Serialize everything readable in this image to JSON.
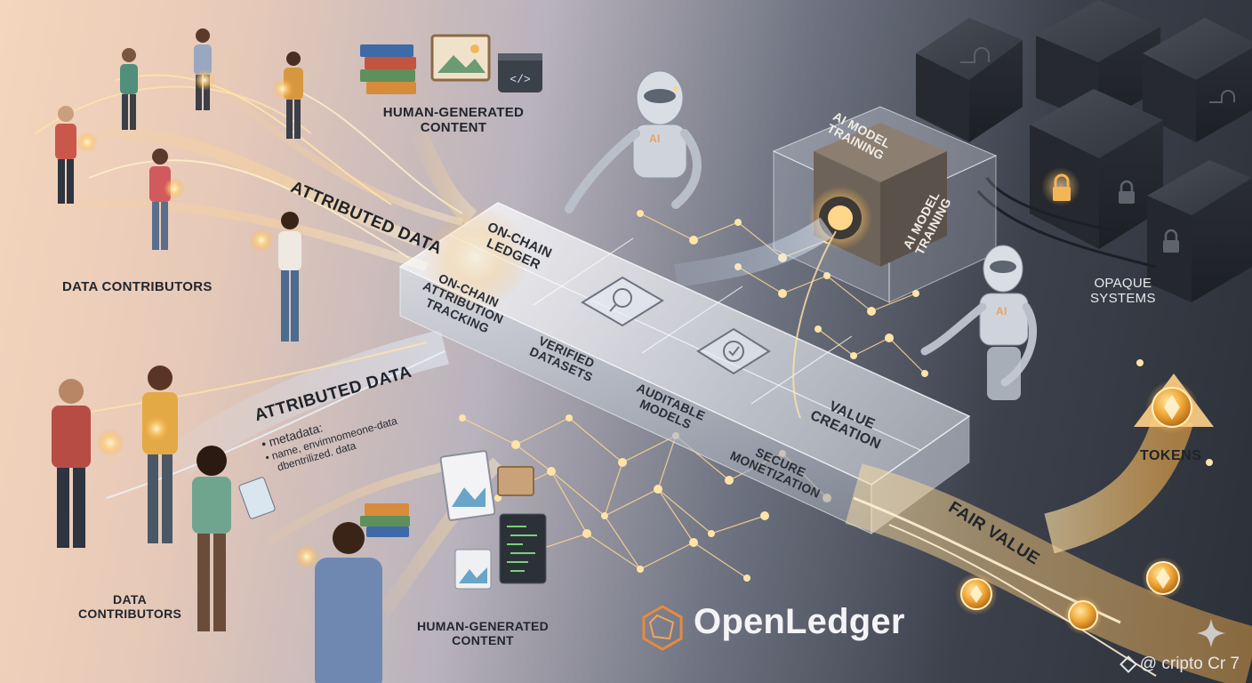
{
  "labels": {
    "data_contributors_top": "DATA CONTRIBUTORS",
    "data_contributors_bottom": "DATA\nCONTRIBUTORS",
    "human_content_top": "HUMAN-GENERATED\nCONTENT",
    "human_content_bottom": "HUMAN-GENERATED\nCONTENT",
    "attributed_data_top": "ATTRIBUTED DATA",
    "attributed_data_bottom": "ATTRIBUTED DATA",
    "opaque_systems": "OPAQUE\nSYSTEMS",
    "fair_value": "FAIR VALUE",
    "tokens": "TOKENS"
  },
  "metadata_note": {
    "heading": "metadata:",
    "line1": "name, envimnomeone-data",
    "line2": "dbentrilized. data"
  },
  "ledger_tiles": {
    "on_chain_ledger": "ON-CHAIN\nLEDGER",
    "attribution": "ON-CHAIN\nATTRIBUTION\nTRACKING",
    "verified": "VERIFIED\nDATASETS",
    "auditable": "AUDITABLE\nMODELS",
    "value_creation": "VALUE\nCREATION",
    "secure": "SECURE\nMONETIZATION"
  },
  "training_cube": {
    "top_face": "AI MODEL\nTRAINING",
    "side_face": "AI MODEL\nTRAINING"
  },
  "robot_badge": "AI",
  "brand": {
    "name": "OpenLedger"
  },
  "watermark": "@ cripto Cr 7",
  "colors": {
    "glow": "#ffcf7a",
    "coin": "#f0a838",
    "dark_cube": "#2b2f36",
    "text_dark": "#22262d"
  }
}
